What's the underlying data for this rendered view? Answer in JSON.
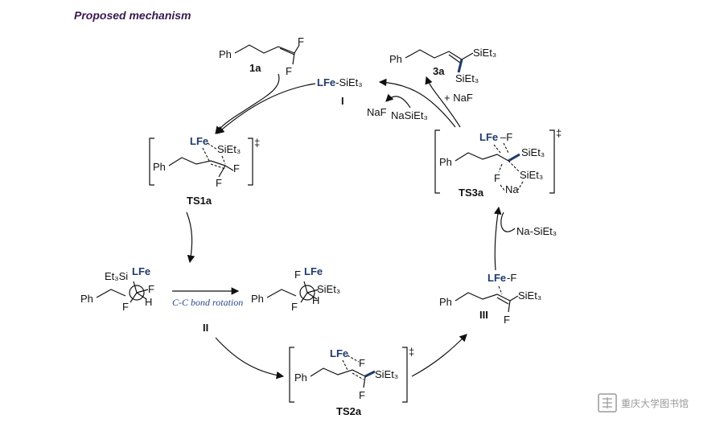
{
  "heading": "Proposed mechanism",
  "compounds": {
    "sub_1a": {
      "ph": "Ph",
      "f1": "F",
      "f2": "F",
      "label": "1a"
    },
    "prod_3a": {
      "ph": "Ph",
      "si1": "SiEt₃",
      "si2": "SiEt₃",
      "label": "3a"
    },
    "cat_I": {
      "lfe": "LFe",
      "rest": "-SiEt₃",
      "label": "I"
    }
  },
  "byproducts": {
    "naf1": "NaF",
    "nasi": "NaSiEt₃",
    "naf2": "+ NaF",
    "nasiet3_in": "Na-SiEt₃"
  },
  "ts1a": {
    "lfe": "LFe",
    "si": "SiEt₃",
    "ph": "Ph",
    "f1": "F",
    "f2": "F",
    "dagger": "‡",
    "label": "TS1a"
  },
  "ts3a": {
    "lfe": "LFe",
    "f_top": "–F",
    "si1": "SiEt₃",
    "si2": "SiEt₃",
    "ph": "Ph",
    "f": "F",
    "na": "Na",
    "dagger": "‡",
    "label": "TS3a"
  },
  "int_II": {
    "left": {
      "si": "Et₃Si",
      "lfe": "LFe",
      "ph": "Ph",
      "f1": "F",
      "f2": "F",
      "h": "H"
    },
    "right": {
      "f": "F",
      "lfe": "LFe",
      "si": "SiEt₃",
      "ph": "Ph",
      "f2": "F",
      "h": "H"
    },
    "rotation": "C-C bond rotation",
    "label": "II"
  },
  "ts2a": {
    "lfe": "LFe",
    "f1": "F",
    "si": "SiEt₃",
    "ph": "Ph",
    "f2": "F",
    "dagger": "‡",
    "label": "TS2a"
  },
  "int_III": {
    "lfe": "LFe",
    "f": "-F",
    "si": "SiEt₃",
    "ph": "Ph",
    "f2": "F",
    "label": "III"
  },
  "watermark": "重庆大学图书馆"
}
